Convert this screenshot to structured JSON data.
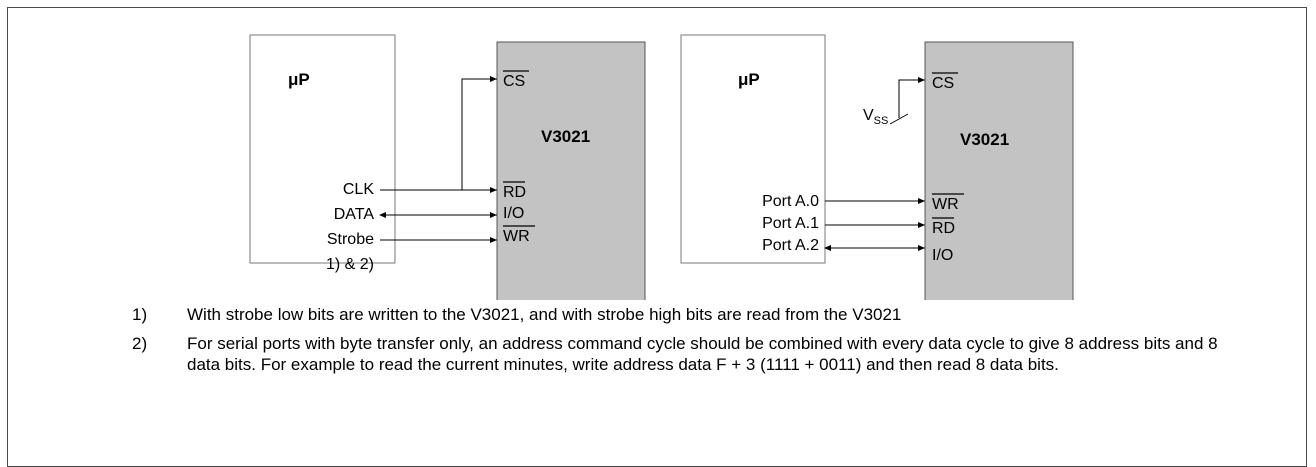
{
  "diagram_left": {
    "mcu_label": "μP",
    "mcu_pins": [
      "CLK",
      "DATA",
      "Strobe",
      "1) & 2)"
    ],
    "chip_label": "V3021",
    "chip_pins": [
      "CS",
      "RD",
      "I/O",
      "WR"
    ]
  },
  "diagram_right": {
    "mcu_label": "μP",
    "mcu_pins": [
      "Port A.0",
      "Port A.1",
      "Port A.2"
    ],
    "chip_label": "V3021",
    "chip_pins": [
      "CS",
      "WR",
      "RD",
      "I/O"
    ],
    "supply_label": "V",
    "supply_sub": "SS"
  },
  "notes": [
    {
      "num": "1)",
      "text": "With strobe low bits are written to the V3021, and with strobe high bits are read from the V3021"
    },
    {
      "num": "2)",
      "text": "For serial ports with byte transfer only, an address command cycle should be combined with every data cycle to give 8 address bits and 8 data bits.  For example to read the current minutes, write address data F + 3 (1111 + 0011) and then read 8 data bits."
    }
  ]
}
